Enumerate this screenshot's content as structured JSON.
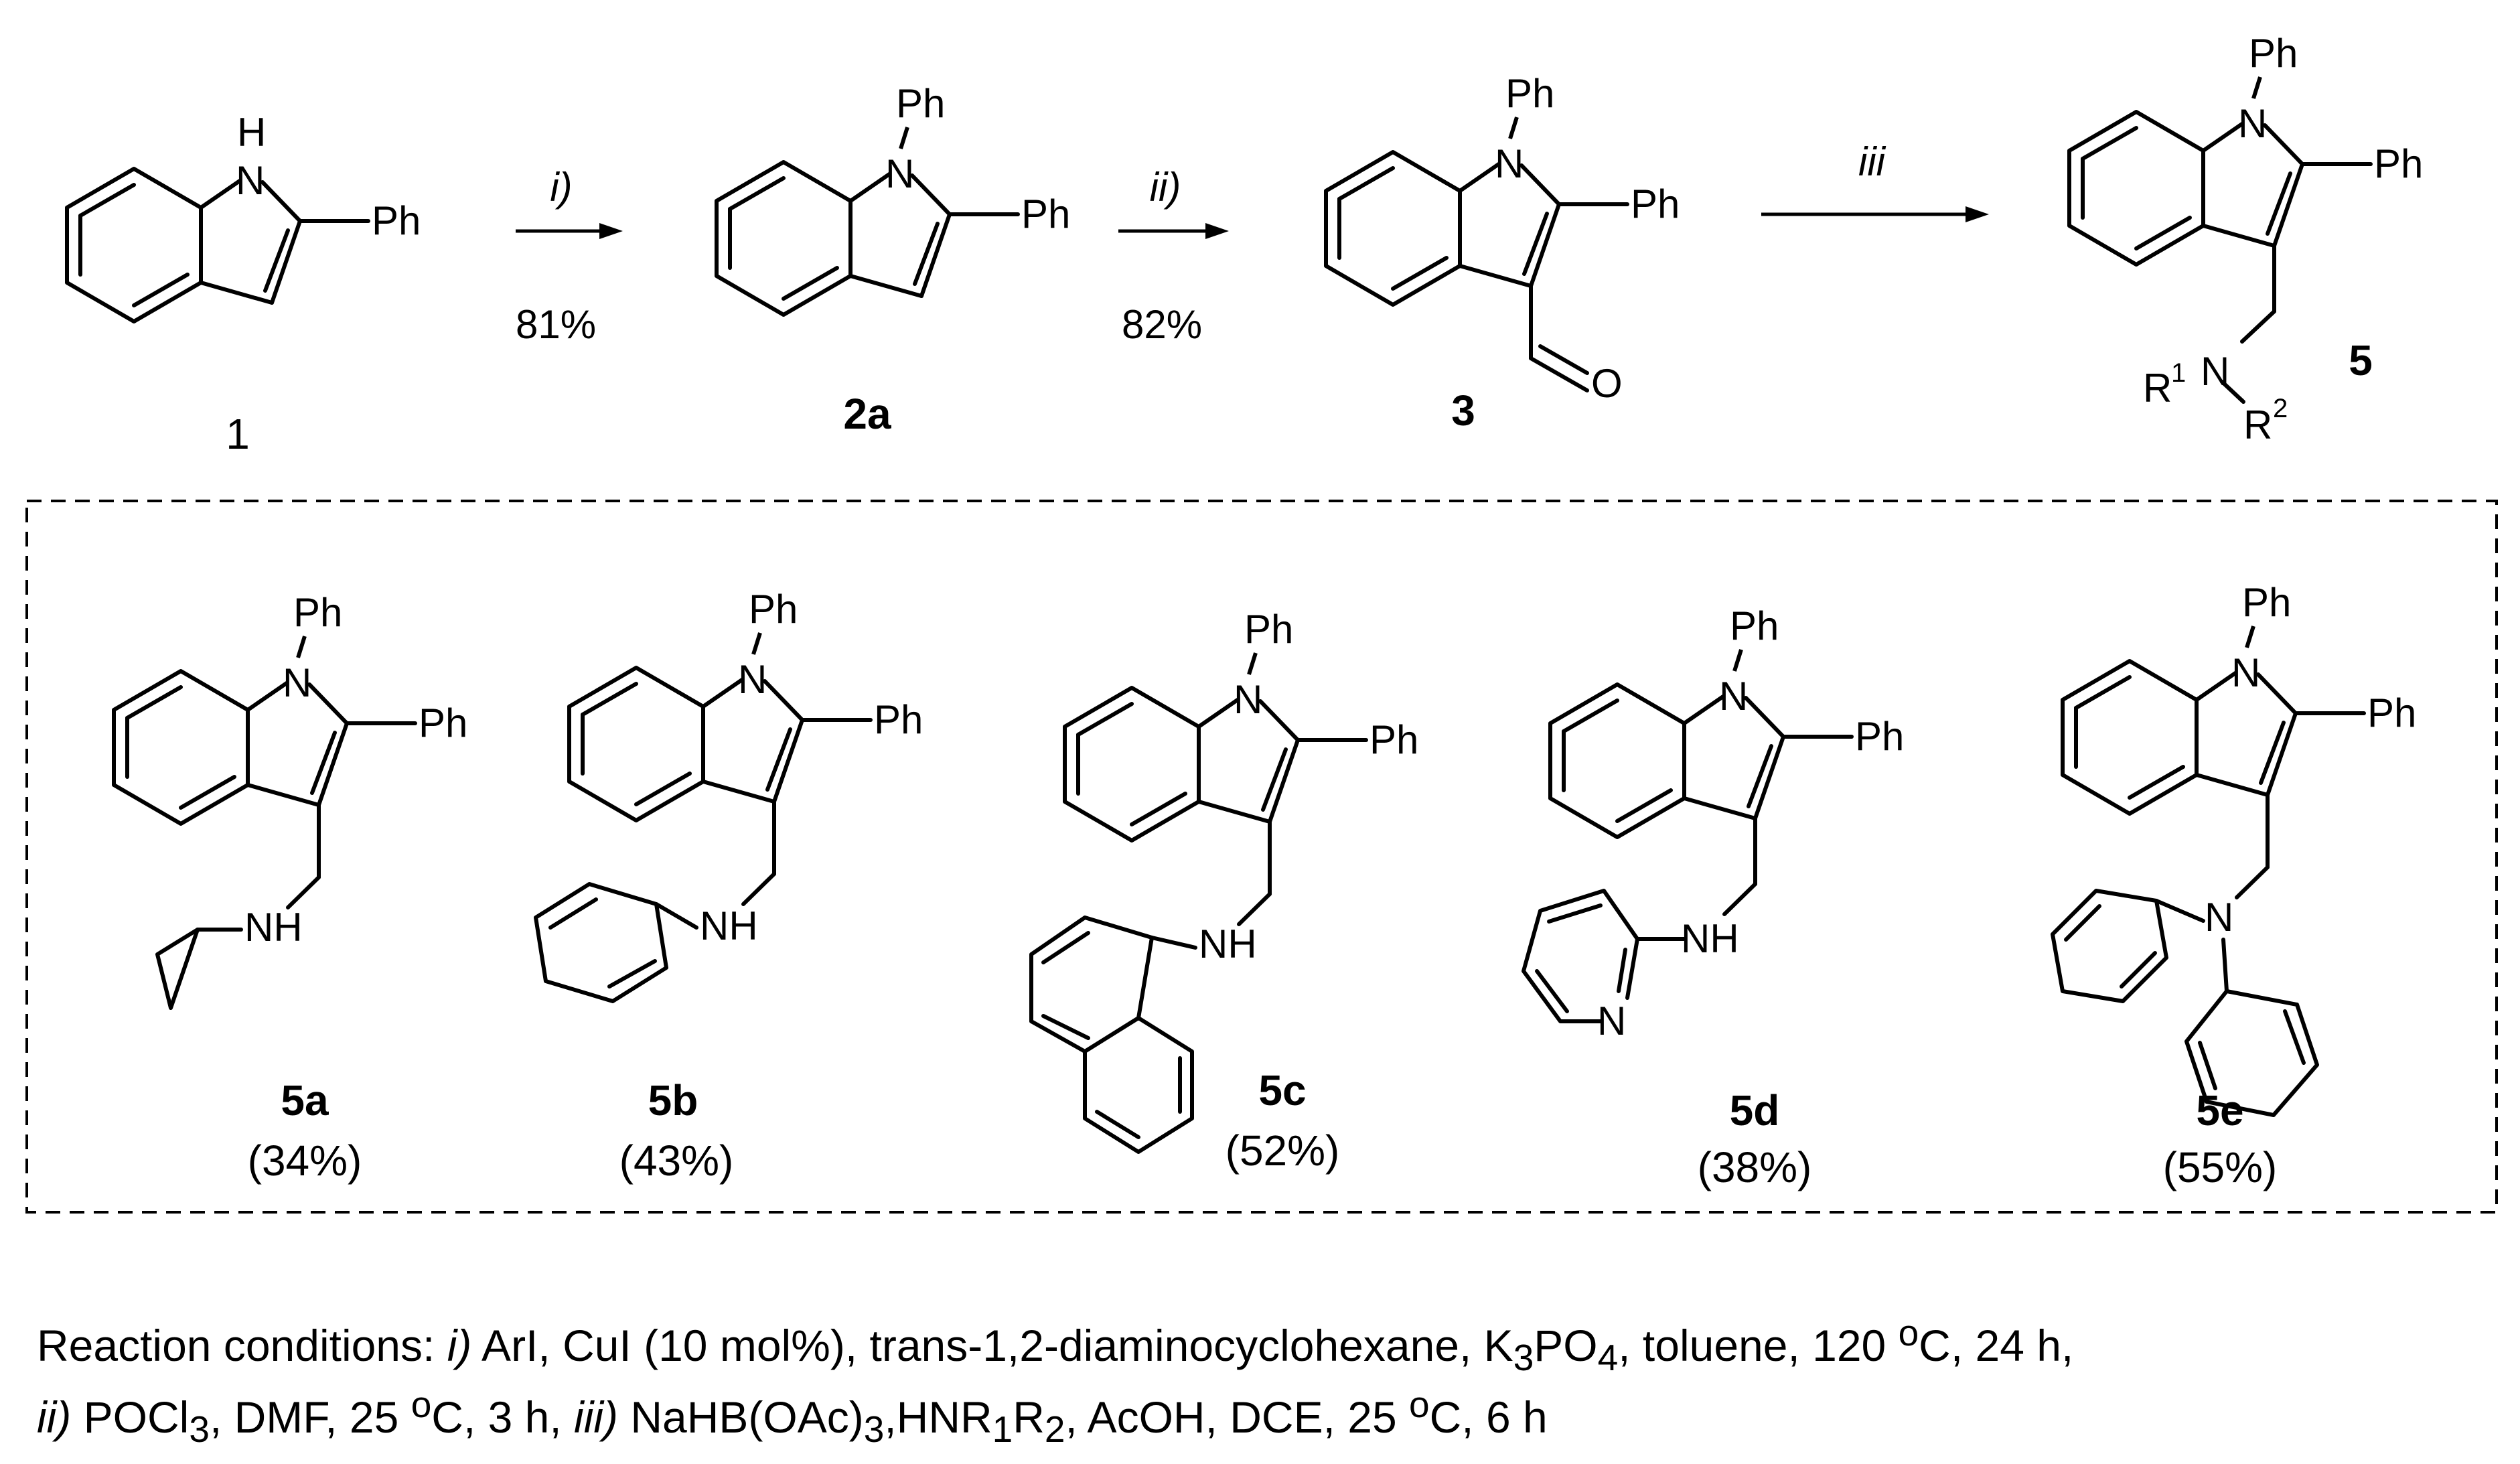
{
  "labels": {
    "ph": "Ph",
    "n": "N",
    "h": "H",
    "nh": "NH",
    "o": "O",
    "r1": "R",
    "r1_sup": "1",
    "r2": "R",
    "r2_sup": "2"
  },
  "steps": [
    {
      "id": "i",
      "label": "i)",
      "yield": "81%"
    },
    {
      "id": "ii",
      "label": "ii)",
      "yield": "82%"
    },
    {
      "id": "iii",
      "label": "iii",
      "yield": ""
    }
  ],
  "compounds": {
    "c1": "1",
    "c2a": "2a",
    "c3": "3",
    "c5": "5"
  },
  "products": [
    {
      "id": "5a",
      "yield": "(34%)"
    },
    {
      "id": "5b",
      "yield": "(43%)"
    },
    {
      "id": "5c",
      "yield": "(52%)"
    },
    {
      "id": "5d",
      "yield": "(38%)"
    },
    {
      "id": "5e",
      "yield": "(55%)"
    }
  ],
  "conditions": {
    "intro": "Reaction conditions: ",
    "step_i_label": "i)",
    "step_i_text_a": " ArI, CuI (10 mol%), trans-1,2-diaminocyclohexane, K",
    "step_i_sub": "3",
    "step_i_text_b": "PO",
    "step_i_sub2": "4",
    "step_i_text_c": ", toluene, 120 ",
    "step_i_sup": "o",
    "step_i_text_d": "C, 24 h,",
    "step_ii_label": "ii)",
    "step_ii_text_a": " POCl",
    "step_ii_sub": "3",
    "step_ii_text_b": ", DMF,  25 ",
    "step_ii_sup": "o",
    "step_ii_text_c": "C, 3 h,  ",
    "step_iii_label": "iii)",
    "step_iii_text_a": " NaHB(OAc)",
    "step_iii_sub": "3",
    "step_iii_text_b": ",HNR",
    "step_iii_sub2": "1",
    "step_iii_text_c": "R",
    "step_iii_sub3": "2",
    "step_iii_text_d": ", AcOH, DCE, 25 ",
    "step_iii_sup": "o",
    "step_iii_text_e": "C, 6 h"
  }
}
